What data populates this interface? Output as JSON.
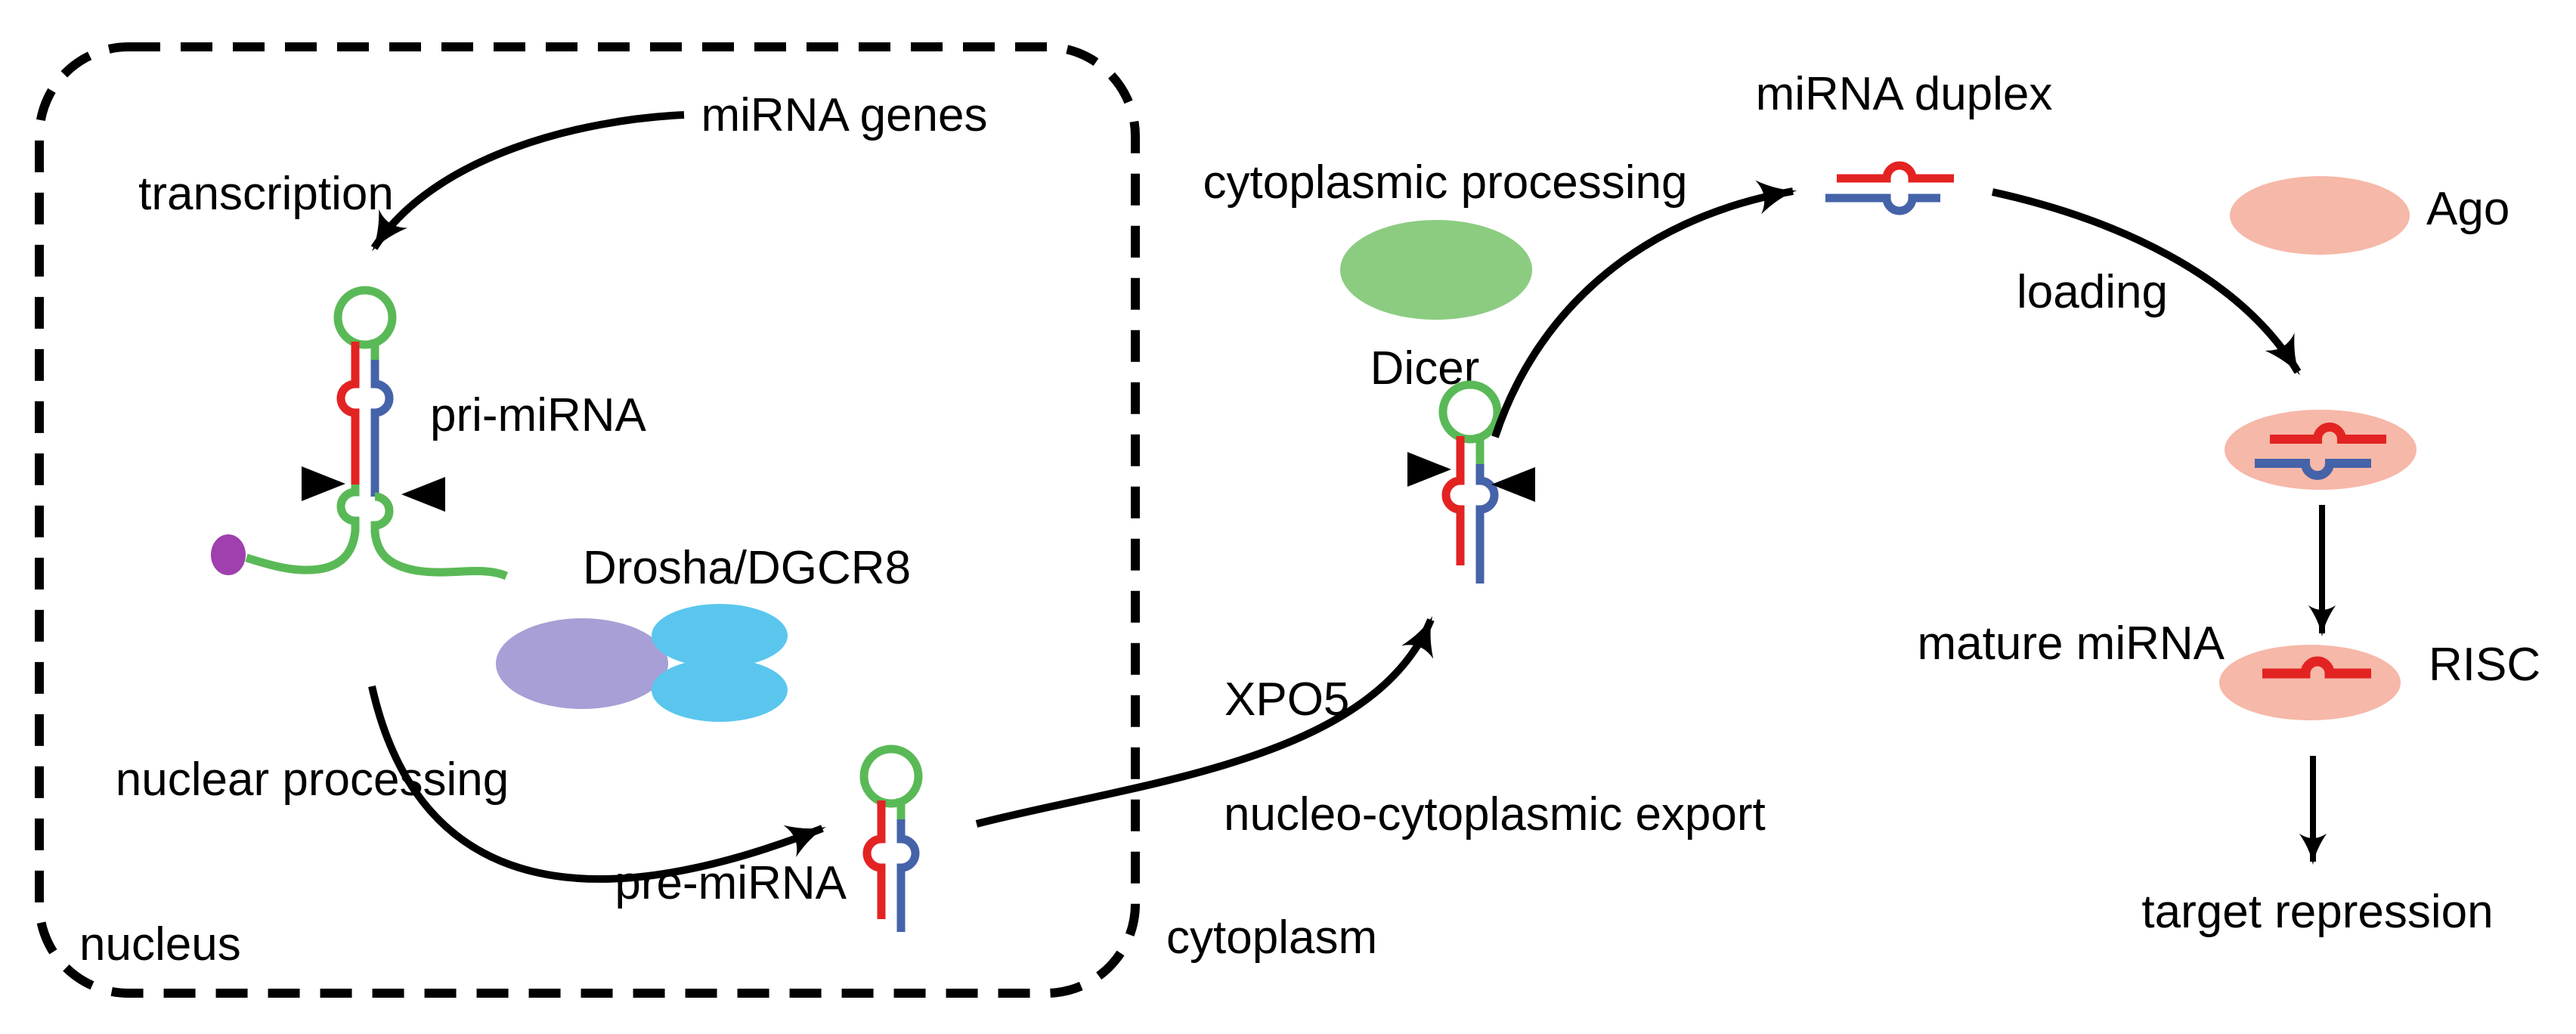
{
  "compartments": {
    "nucleus_label": "nucleus",
    "cytoplasm_label": "cytoplasm"
  },
  "steps": {
    "transcription": "transcription",
    "nuclear_processing": "nuclear processing",
    "nucleo_cytoplasmic_export": "nucleo-cytoplasmic export",
    "cytoplasmic_processing": "cytoplasmic processing",
    "loading": "loading",
    "target_repression": "target repression"
  },
  "molecules": {
    "mirna_genes": "miRNA genes",
    "pri_mirna": "pri-miRNA",
    "pre_mirna": "pre-miRNA",
    "mirna_duplex": "miRNA duplex",
    "mature_mirna": "mature miRNA"
  },
  "proteins": {
    "drosha_dgcr8": "Drosha/DGCR8",
    "xpo5": "XPO5",
    "dicer": "Dicer",
    "ago": "Ago",
    "risc": "RISC"
  },
  "icons": {
    "cleavage_site": "black-triangle-arrowhead",
    "cap": "purple-5prime-cap-dot",
    "hairpin_loop": "green-terminal-loop"
  },
  "colors": {
    "ink": "#000000",
    "rna_green": "#5ab957",
    "mirna_red": "#e32322",
    "star_blue": "#4563a9",
    "cap_purple": "#a03fae",
    "drosha_fill": "#a89fd6",
    "dgcr8_fill": "#5ac6ee",
    "dicer_fill": "#8bcc81",
    "ago_fill": "#f6b8a8",
    "background": "#ffffff"
  }
}
